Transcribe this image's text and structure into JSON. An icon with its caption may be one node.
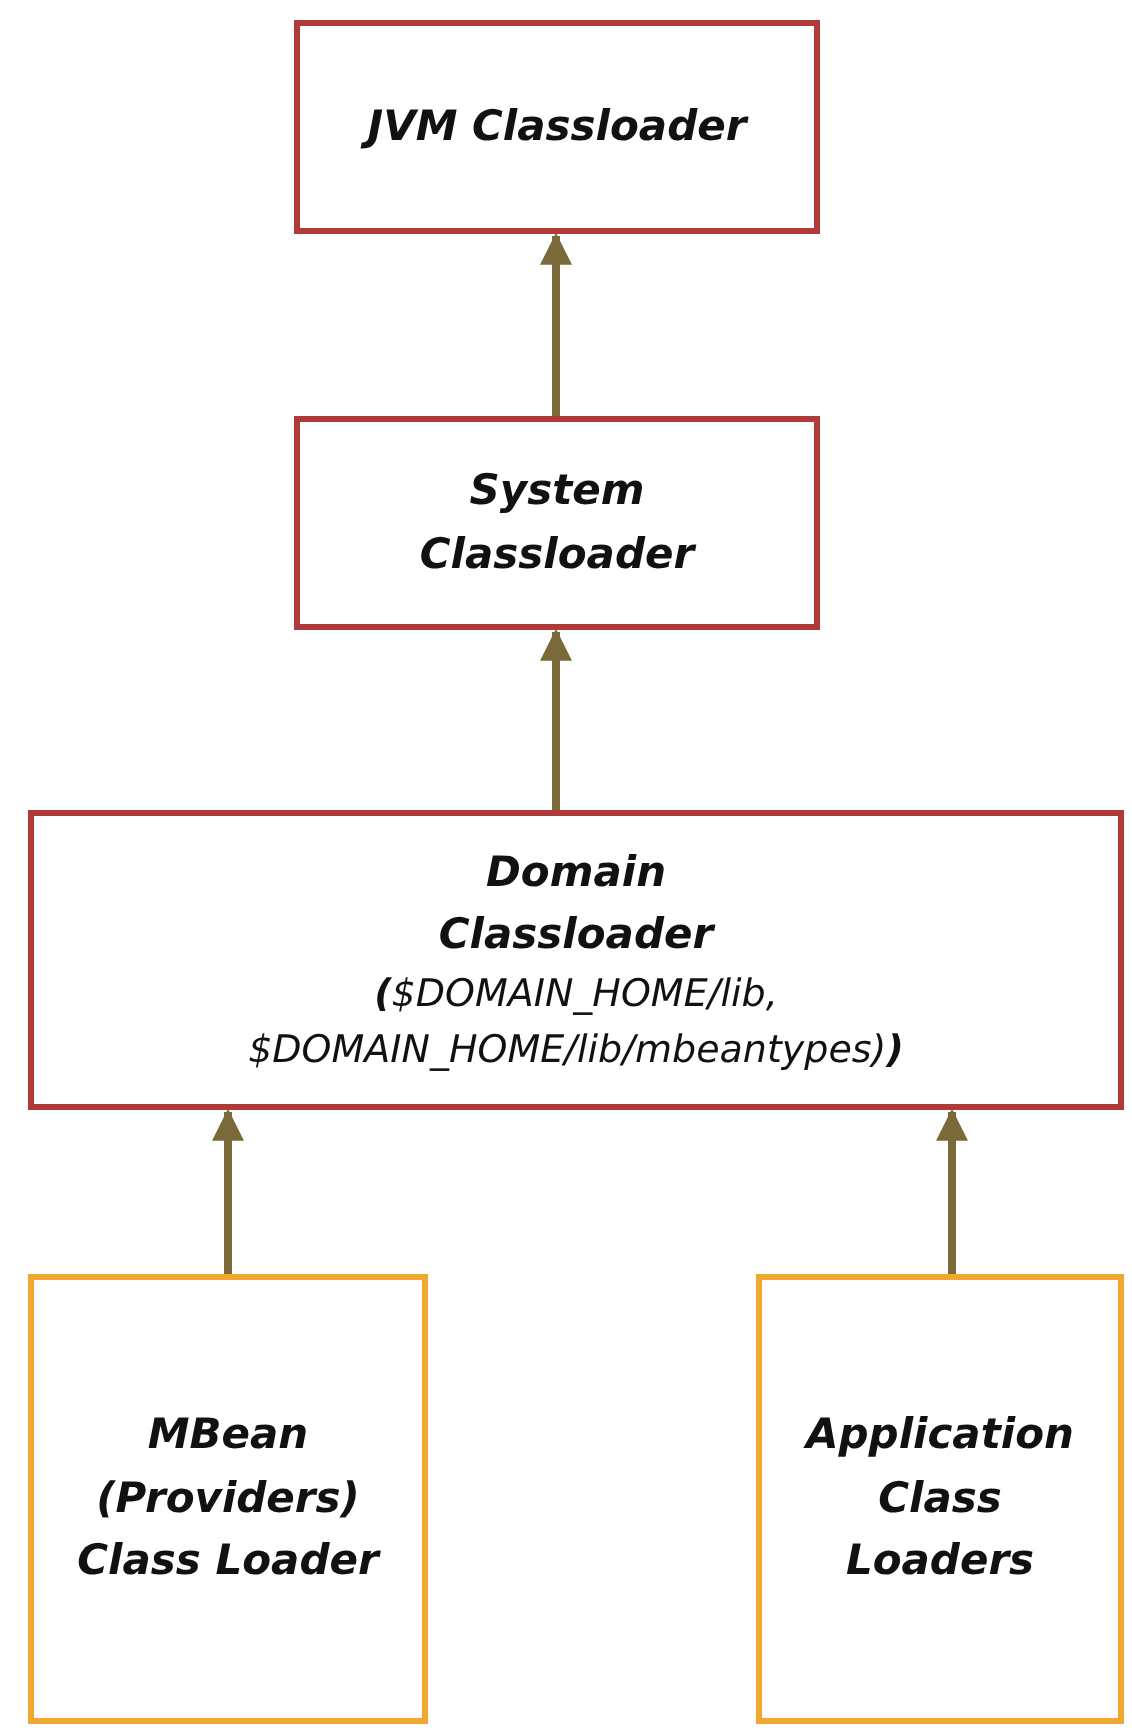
{
  "diagram": {
    "nodes": [
      {
        "text": [
          "JVM Classloader"
        ]
      },
      {
        "text": [
          "System Classloader"
        ]
      },
      {
        "text": [
          "Domain Classloader",
          "**(**$DOMAIN_HOME/lib, $DOMAIN_HOME/lib/mbeantypes)**)**"
        ]
      },
      {
        "text": [
          "MBean (Providers) Class Loader"
        ]
      },
      {
        "text": [
          "Application Class Loaders"
        ]
      }
    ],
    "edges": [
      {
        "from": 1,
        "to": 0,
        "arrow": "to"
      },
      {
        "from": 2,
        "to": 1,
        "arrow": "to"
      },
      {
        "from": 3,
        "to": 2,
        "arrow": "to"
      },
      {
        "from": 4,
        "to": 2,
        "arrow": "to"
      }
    ]
  }
}
